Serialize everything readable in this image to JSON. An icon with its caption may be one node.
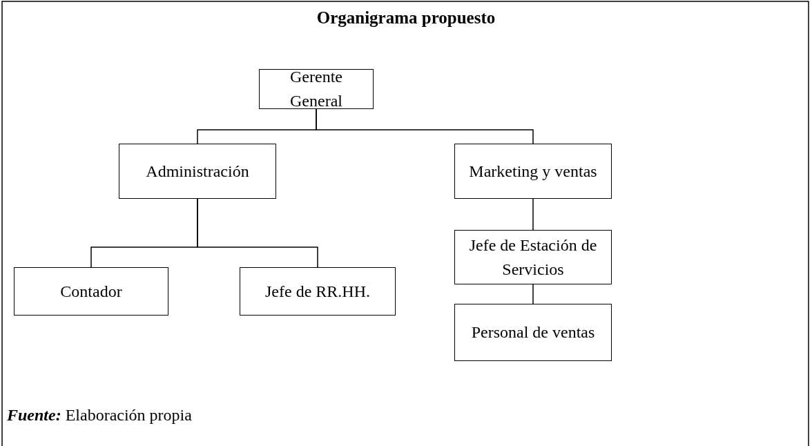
{
  "diagram": {
    "title": "Organigrama propuesto",
    "caption": "**Fuente:** Elaboración propia",
    "nodes": [
      {
        "text": [
          "Gerente General"
        ]
      },
      {
        "text": [
          "Administración"
        ]
      },
      {
        "text": [
          "Marketing y ventas"
        ]
      },
      {
        "text": [
          "Contador"
        ]
      },
      {
        "text": [
          "Jefe de RR.HH."
        ]
      },
      {
        "text": [
          "Jefe de Estación de Servicios"
        ]
      },
      {
        "text": [
          "Personal de ventas"
        ]
      }
    ],
    "edges": [
      {
        "from": 0,
        "to": 1,
        "arrow": "none"
      },
      {
        "from": 0,
        "to": 2,
        "arrow": "none"
      },
      {
        "from": 1,
        "to": 3,
        "arrow": "none"
      },
      {
        "from": 1,
        "to": 4,
        "arrow": "none"
      },
      {
        "from": 2,
        "to": 5,
        "arrow": "none"
      },
      {
        "from": 5,
        "to": 6,
        "arrow": "none"
      }
    ]
  }
}
